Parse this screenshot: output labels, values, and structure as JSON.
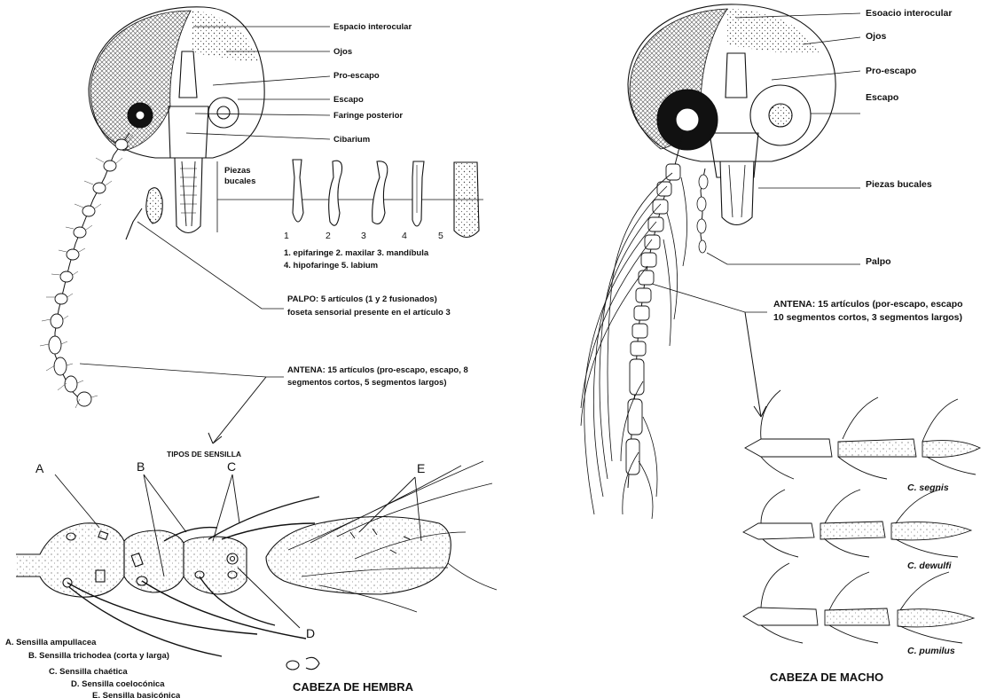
{
  "female": {
    "labels": {
      "interocular": "Espacio interocular",
      "eyes": "Ojos",
      "proscape": "Pro-escapo",
      "scape": "Escapo",
      "posterior_pharynx": "Faringe posterior",
      "cibarium": "Cibarium",
      "mouthparts": "Piezas bucales"
    },
    "mouthpart_numbers": [
      "1",
      "2",
      "3",
      "4",
      "5"
    ],
    "mouthpart_legend_line1": "1. epifaringe   2. maxilar   3. mandíbula",
    "mouthpart_legend_line2": "4. hipofaringe   5. labium",
    "palp_line1": "PALPO: 5 artículos (1 y 2 fusionados)",
    "palp_line2": "foseta sensorial presente en el artículo 3",
    "antenna_line1": "ANTENA: 15 artículos (pro-escapo, escapo, 8",
    "antenna_line2": "segmentos cortos, 5 segmentos largos)",
    "sensilla_title": "TIPOS DE SENSILLA",
    "sensilla_letters": [
      "A",
      "B",
      "C",
      "D",
      "E"
    ],
    "sensilla_legend": [
      "A. Sensilla ampullacea",
      "B. Sensilla trichodea (corta y larga)",
      "C. Sensilla chaética",
      "D. Sensilla coelocónica",
      "E. Sensilla basicónica"
    ],
    "caption": "CABEZA DE HEMBRA"
  },
  "male": {
    "labels": {
      "interocular": "Esoacio interocular",
      "eyes": "Ojos",
      "proscape": "Pro-escapo",
      "scape": "Escapo",
      "mouthparts": "Piezas bucales",
      "palp": "Palpo"
    },
    "antenna_line1": "ANTENA: 15 artículos (por-escapo, escapo",
    "antenna_line2": "10 segmentos cortos, 3 segmentos largos)",
    "species": [
      "C. segnis",
      "C. dewulfi",
      "C. pumilus"
    ],
    "caption": "CABEZA DE MACHO"
  },
  "colors": {
    "ink": "#111111",
    "paper": "#ffffff"
  }
}
